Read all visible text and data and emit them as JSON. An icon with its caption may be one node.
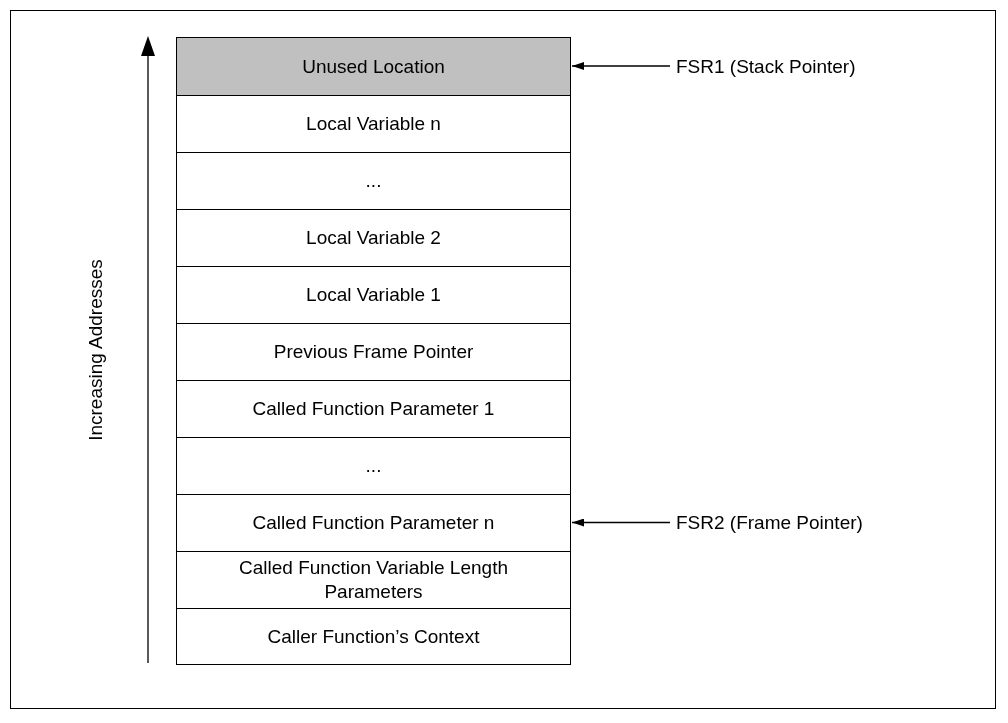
{
  "diagram": {
    "nodes": [
      {
        "text": [
          "Unused Location"
        ]
      },
      {
        "text": [
          "Local Variable n"
        ]
      },
      {
        "text": [
          "..."
        ]
      },
      {
        "text": [
          "Local Variable 2"
        ]
      },
      {
        "text": [
          "Local Variable 1"
        ]
      },
      {
        "text": [
          "Previous Frame Pointer"
        ]
      },
      {
        "text": [
          "Called Function Parameter 1"
        ]
      },
      {
        "text": [
          "..."
        ]
      },
      {
        "text": [
          "Called Function Parameter n"
        ]
      },
      {
        "text": [
          "Called Function Variable Length Parameters"
        ]
      },
      {
        "text": [
          "Caller Function’s Context"
        ]
      },
      {
        "text": [
          "FSR1 (Stack Pointer)"
        ]
      },
      {
        "text": [
          "FSR2 (Frame Pointer)"
        ]
      }
    ],
    "edges": [
      {
        "from": 11,
        "to": 0,
        "arrow": "to"
      },
      {
        "from": 12,
        "to": 8,
        "arrow": "to"
      }
    ],
    "labels": [
      "Increasing Addresses"
    ]
  }
}
